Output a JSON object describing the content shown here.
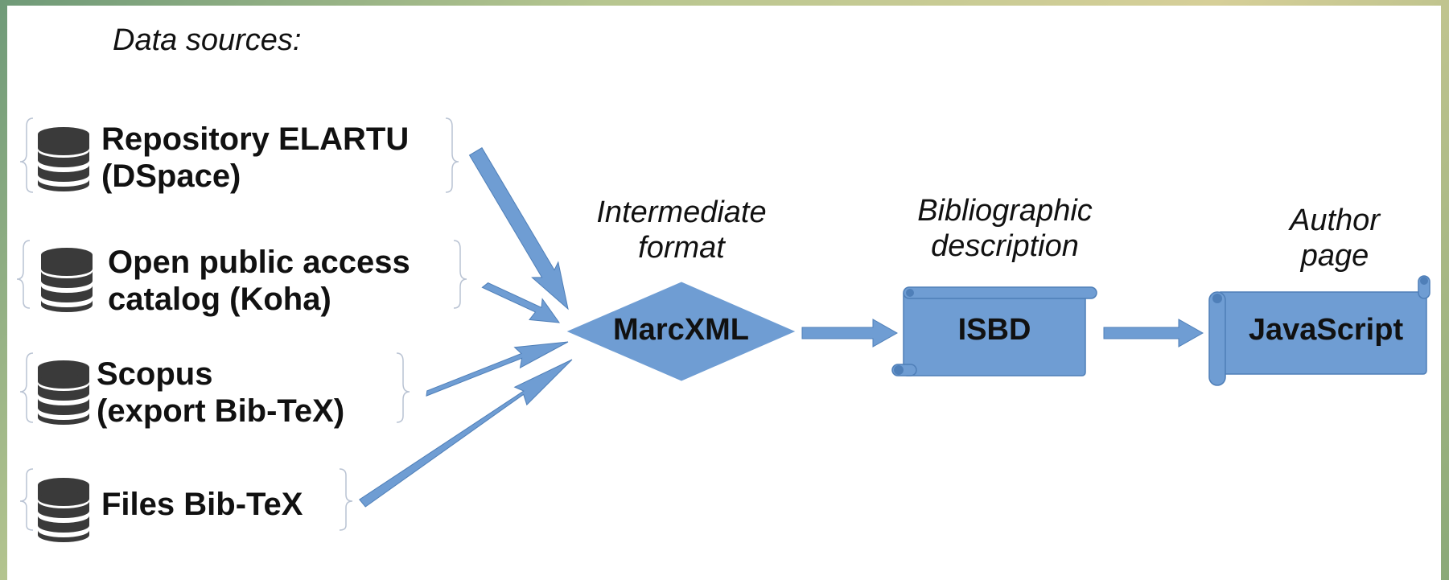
{
  "title": "Data sources:",
  "sources": [
    {
      "label_line1": "Repository ELARTU",
      "label_line2": "(DSpace)",
      "icon": "database-icon"
    },
    {
      "label_line1": "Open public access",
      "label_line2": "catalog (Koha)",
      "icon": "database-icon"
    },
    {
      "label_line1": "Scopus",
      "label_line2": "(export Bib-TeX)",
      "icon": "database-icon"
    },
    {
      "label_line1": "Files Bib-TeX",
      "label_line2": "",
      "icon": "database-icon"
    }
  ],
  "stages": [
    {
      "caption_line1": "Intermediate",
      "caption_line2": "format",
      "node": "MarcXML",
      "shape": "diamond"
    },
    {
      "caption_line1": "Bibliographic",
      "caption_line2": "description",
      "node": "ISBD",
      "shape": "scroll"
    },
    {
      "caption_line1": "Author",
      "caption_line2": "page",
      "node": "JavaScript",
      "shape": "scroll"
    }
  ],
  "colors": {
    "accent": "#6f9dd3",
    "accent_dark": "#4f7fb8",
    "brace": "#b9c3d3",
    "icon": "#3a3a3a",
    "text": "#111111"
  }
}
